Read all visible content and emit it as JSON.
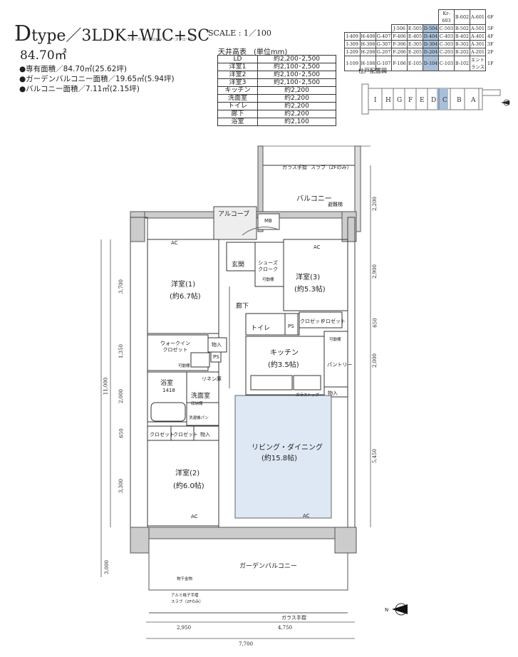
{
  "header": {
    "type_letter": "D",
    "type_text": "type／3LDK+WIC+SC",
    "wic_sub": "ウォークインクロゼット",
    "sc_sub": "シューズクローク",
    "scale": "SCALE : 1／100",
    "area": "84.70㎡"
  },
  "specs": [
    "●専有面積／84.70㎡(25.62坪)",
    "●ガーデンバルコニー面積／19.65㎡(5.94坪)",
    "●バルコニー面積／7.11㎡(2.15坪)"
  ],
  "ceiling": {
    "title": "天井高表　(単位mm)",
    "rows": [
      {
        "k": "LD",
        "v": "約2,200･2,500"
      },
      {
        "k": "洋室1",
        "v": "約2,100･2,500"
      },
      {
        "k": "洋室2",
        "v": "約2,100･2,500"
      },
      {
        "k": "洋室3",
        "v": "約2,100･2,500"
      },
      {
        "k": "キッチン",
        "v": "約2,200"
      },
      {
        "k": "洗面室",
        "v": "約2,200"
      },
      {
        "k": "トイレ",
        "v": "約2,200"
      },
      {
        "k": "廊下",
        "v": "約2,200"
      },
      {
        "k": "浴室",
        "v": "約2,100"
      }
    ]
  },
  "units": {
    "row0": [
      "Kr-603",
      "B-602",
      "A-601",
      "6F"
    ],
    "row1": [
      "J-506",
      "E-505",
      "D-504",
      "C-503",
      "B-502",
      "A-501",
      "5F"
    ],
    "row2": [
      "I-409",
      "H-408",
      "G-407",
      "F-406",
      "E-405",
      "D-404",
      "C-403",
      "B-402",
      "A-401",
      "4F"
    ],
    "row3": [
      "I-309",
      "H-308",
      "G-307",
      "F-306",
      "E-305",
      "D-304",
      "C-303",
      "B-302",
      "A-301",
      "3F"
    ],
    "row4": [
      "I-209",
      "H-208",
      "G-207",
      "F-206",
      "E-205",
      "D-204",
      "C-203",
      "B-202",
      "A-201",
      "2F"
    ],
    "row5": [
      "I-109",
      "H-108",
      "G-107",
      "F-106",
      "E-105",
      "D-104",
      "C-103",
      "B-102",
      "エントランス",
      "1F"
    ]
  },
  "keymap": {
    "title": "住戸配置図",
    "letters": [
      "I",
      "H",
      "G",
      "F",
      "E",
      "D",
      "C",
      "B",
      "A"
    ],
    "north": "N"
  },
  "plan": {
    "balcony": "バルコニー",
    "alcove": "アルコーブ",
    "mb": "MB",
    "entrance": "玄関",
    "shoes": "シューズ\nクローク",
    "movable": "可動棚",
    "hall": "廊下",
    "toilet": "トイレ",
    "ps": "PS",
    "room1": "洋室(1)",
    "room1_size": "(約6.7帖)",
    "room2": "洋室(2)",
    "room2_size": "(約6.0帖)",
    "room3": "洋室(3)",
    "room3_size": "(約5.3帖)",
    "wic": "ウォークイン\nクロゼット",
    "kitchen": "キッチン",
    "kitchen_size": "(約3.5帖)",
    "pantry": "パントリー",
    "bath": "浴室",
    "bath_size": "1418",
    "washroom": "洗面室",
    "linen": "リネン庫",
    "storage": "物入",
    "closet": "クロゼット",
    "living": "リビング・ダイニング",
    "living_size": "(約15.8帖)",
    "garden": "ガーデンバルコニー",
    "glass_rail": "ガラス手摺",
    "slab_top": "スラブ（2Fのみ）",
    "slab_bottom": "スラブ（2Fのみ）",
    "rail_bottom": "アルミ格子手摺",
    "dryer": "物干金物",
    "aircon": "AC",
    "fire_escape": "避難梯",
    "shelf": "収納棚",
    "washer_tray": "洗濯機パン",
    "glass_top": "ガラストップ"
  },
  "dims": {
    "right": [
      "2,200",
      "2,900",
      "650",
      "2,000",
      "5,450"
    ],
    "left": [
      "3,700",
      "1,350",
      "2,000",
      "650",
      "3,300",
      "3,000"
    ],
    "left_total": "11,000",
    "bottom": [
      "2,950",
      "4,750"
    ],
    "bottom_total": "7,700"
  }
}
